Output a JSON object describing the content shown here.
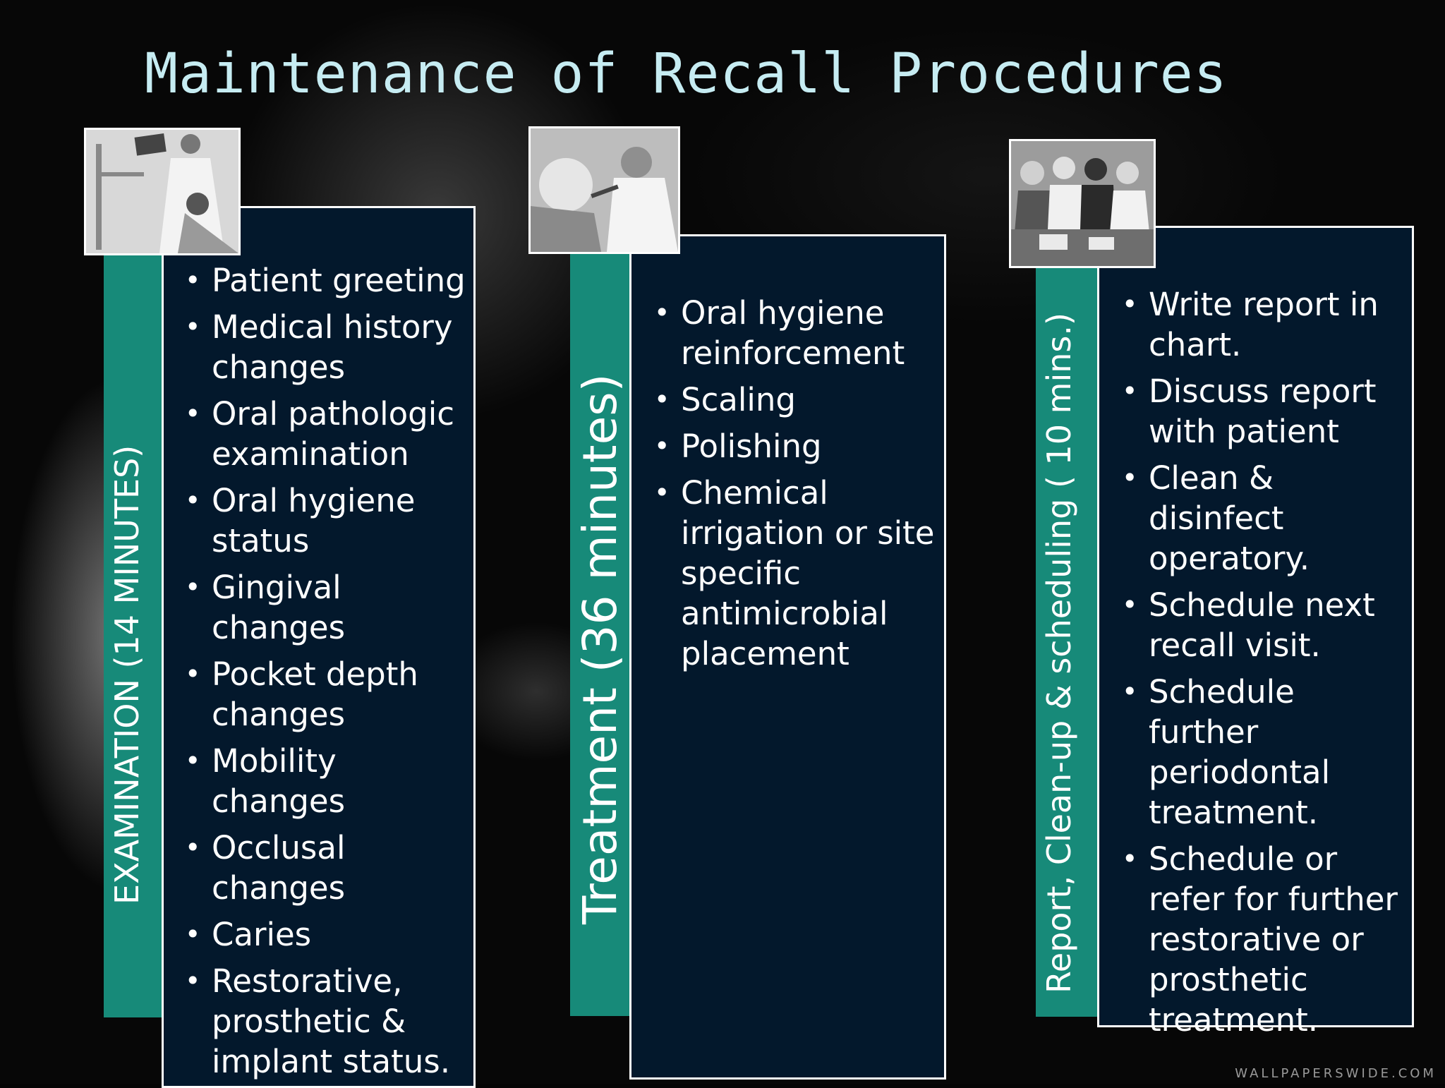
{
  "title": "Maintenance of Recall Procedures",
  "sections": [
    {
      "label": "EXAMINATION (14 MINUTES)",
      "photo_icon": "dentist-patient-photo",
      "items": [
        "Patient greeting",
        "Medical history changes",
        "Oral pathologic examination",
        "Oral hygiene status",
        "Gingival changes",
        "Pocket depth changes",
        "Mobility changes",
        "Occlusal changes",
        "Caries",
        "Restorative, prosthetic & implant status."
      ]
    },
    {
      "label": "Treatment (36 minutes)",
      "photo_icon": "dental-treatment-photo",
      "items": [
        "Oral hygiene reinforcement",
        "Scaling",
        "Polishing",
        "Chemical irrigation or site specific antimicrobial placement"
      ]
    },
    {
      "label": "Report, Clean-up & scheduling ( 10 mins.)",
      "photo_icon": "team-meeting-photo",
      "items": [
        "Write report in chart.",
        "Discuss report with patient",
        "Clean & disinfect operatory.",
        "Schedule next recall visit.",
        "Schedule further periodontal treatment.",
        "Schedule or refer for further restorative or prosthetic treatment."
      ]
    }
  ],
  "watermark": "WALLPAPERSWIDE.COM",
  "colors": {
    "panel": "#03182c",
    "teal": "#178a79",
    "title": "#c6ecf2"
  }
}
